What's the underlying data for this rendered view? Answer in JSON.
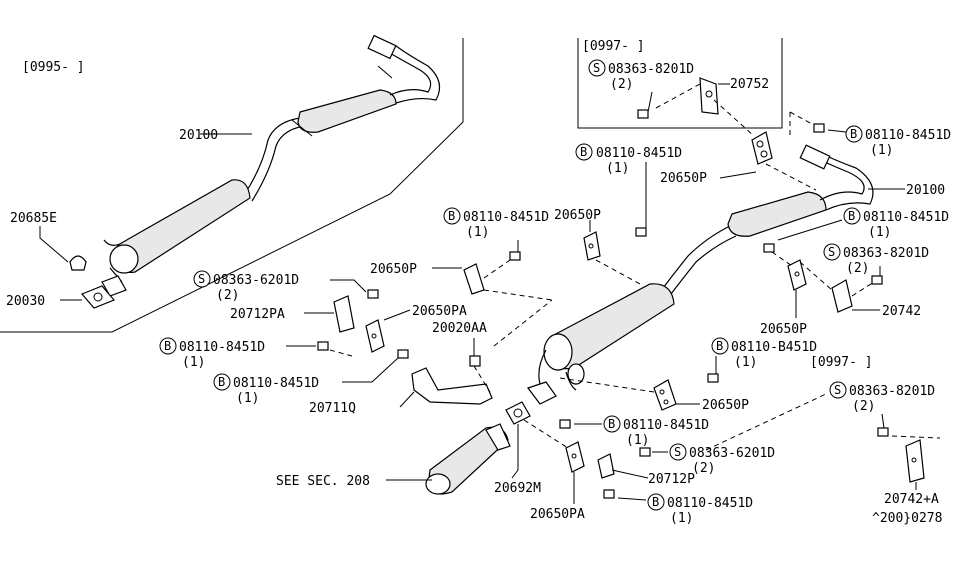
{
  "diagram_id": "^200}0278",
  "variants": {
    "left": "[0995-    ]",
    "top_box": "[0997-    ]",
    "bottom_right": "[0997-    ]"
  },
  "parts": {
    "p20100_left": "20100",
    "p20685E": "20685E",
    "p20030": "20030",
    "p20100_right": "20100",
    "p20752": "20752",
    "p20650P_a": "20650P",
    "p20650P_b": "20650P",
    "p20650P_c": "20650P",
    "p20650P_d": "20650P",
    "p20650P_e": "20650P",
    "p20650PA_a": "20650PA",
    "p20650PA_b": "20650PA",
    "p20712PA": "20712PA",
    "p20712P": "20712P",
    "p20020AA": "20020AA",
    "p20711Q": "20711Q",
    "p20692M": "20692M",
    "p20742": "20742",
    "p20742A": "20742+A",
    "see_sec": "SEE SEC. 208"
  },
  "fasteners": {
    "b_8451_top_right": {
      "prefix": "B",
      "code": "08110-8451D",
      "qty": "(1)"
    },
    "s_8201_top": {
      "prefix": "S",
      "code": "08363-8201D",
      "qty": "(2)"
    },
    "b_8451_mid": {
      "prefix": "B",
      "code": "08110-8451D",
      "qty": "(1)"
    },
    "b_8451_left": {
      "prefix": "B",
      "code": "08110-8451D",
      "qty": "(1)"
    },
    "b_8451_right2": {
      "prefix": "B",
      "code": "08110-8451D",
      "qty": "(1)"
    },
    "s_8201_right": {
      "prefix": "S",
      "code": "08363-8201D",
      "qty": "(2)"
    },
    "s_6201_left": {
      "prefix": "S",
      "code": "08363-6201D",
      "qty": "(2)"
    },
    "b_8451_leftmid": {
      "prefix": "B",
      "code": "08110-8451D",
      "qty": "(1)"
    },
    "b_8451_leftlow": {
      "prefix": "B",
      "code": "08110-8451D",
      "qty": "(1)"
    },
    "b_8451_center": {
      "prefix": "B",
      "code": "08110-B451D",
      "qty": "(1)"
    },
    "s_8201_bottomright": {
      "prefix": "S",
      "code": "08363-8201D",
      "qty": "(2)"
    },
    "b_8451_centerlow": {
      "prefix": "B",
      "code": "08110-8451D",
      "qty": "(1)"
    },
    "s_6201_center": {
      "prefix": "S",
      "code": "08363-6201D",
      "qty": "(2)"
    },
    "b_8451_bottom": {
      "prefix": "B",
      "code": "08110-8451D",
      "qty": "(1)"
    }
  }
}
